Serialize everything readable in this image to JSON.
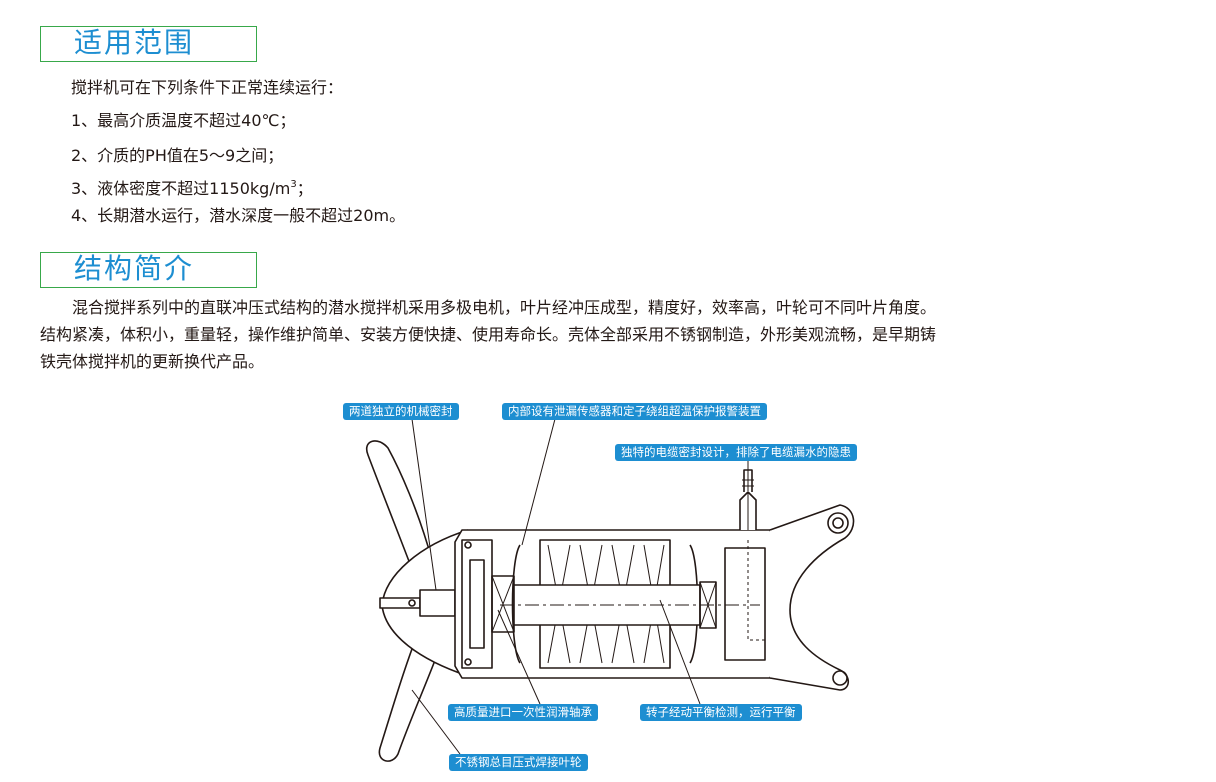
{
  "scope": {
    "title": "适用范围",
    "intro": "搅拌机可在下列条件下正常连续运行：",
    "item1": "1、最高介质温度不超过40℃；",
    "item2": "2、介质的PH值在5～9之间；",
    "item3_main": "3、液体密度不超过1150kg/m",
    "item3_sup": "3",
    "item3_end": "；",
    "item4": "4、长期潜水运行，潜水深度一般不超过20m。"
  },
  "structure": {
    "title": "结构简介",
    "line1": "　　混合搅拌系列中的直联冲压式结构的潜水搅拌机采用多极电机，叶片经冲压成型，精度好，效率高，叶轮可不同叶片角度。",
    "line2": "结构紧凑，体积小，重量轻，操作维护简单、安装方便快捷、使用寿命长。壳体全部采用不锈钢制造，外形美观流畅，是早期铸",
    "line3": "铁壳体搅拌机的更新换代产品。"
  },
  "callouts": {
    "seal": "两道独立的机械密封",
    "sensor": "内部设有泄漏传感器和定子绕组超温保护报警装置",
    "cable": "独特的电缆密封设计，排除了电缆漏水的隐患",
    "bearing": "高质量进口一次性润滑轴承",
    "rotor": "转子经动平衡检测，运行平衡",
    "impeller": "不锈钢总目压式焊接叶轮"
  },
  "colors": {
    "accent_blue": "#1d8ed1",
    "box_green": "#38a84a",
    "text": "#231815"
  }
}
